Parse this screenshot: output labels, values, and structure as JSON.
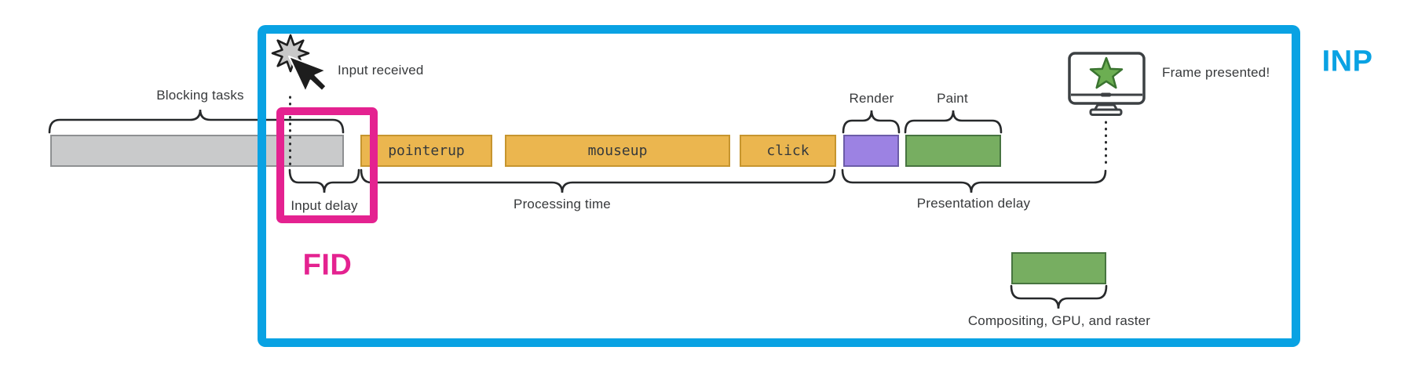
{
  "diagram": {
    "metric_labels": {
      "inp": "INP",
      "fid": "FID"
    },
    "annotations": {
      "blocking_tasks": "Blocking tasks",
      "input_received": "Input received",
      "input_delay": "Input delay",
      "processing_time": "Processing time",
      "presentation_delay": "Presentation delay",
      "render": "Render",
      "paint": "Paint",
      "frame_presented": "Frame presented!",
      "compositing_gpu_raster": "Compositing, GPU, and raster"
    },
    "event_bars": [
      {
        "label": "pointerup"
      },
      {
        "label": "mouseup"
      },
      {
        "label": "click"
      }
    ],
    "icons": {
      "input_burst": "input-burst-icon",
      "cursor": "cursor-arrow-icon",
      "monitor": "monitor-icon",
      "frame_star": "star-icon"
    },
    "colors": {
      "inp_accent": "#09a2e3",
      "fid_accent": "#e42290",
      "task_gray": "#c9cacb",
      "event_gold": "#ebb64f",
      "render_purple": "#9c82e3",
      "paint_green": "#77ae61",
      "line_dark": "#27292b"
    }
  }
}
